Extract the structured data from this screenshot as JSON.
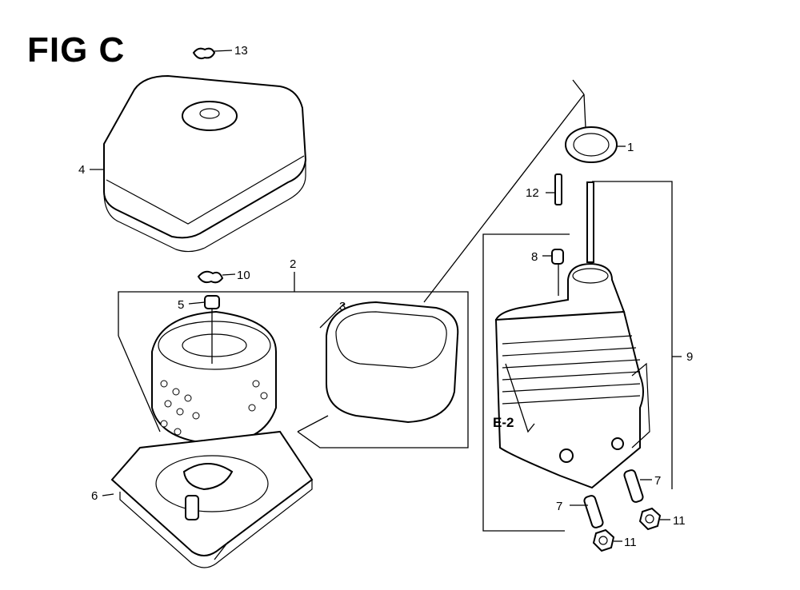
{
  "figure": {
    "title": "FIG C",
    "callouts": {
      "p1": "1",
      "p2": "2",
      "p3": "3",
      "p4": "4",
      "p5": "5",
      "p6": "6",
      "p7a": "7",
      "p7b": "7",
      "p8": "8",
      "p9": "9",
      "p10": "10",
      "p11a": "11",
      "p11b": "11",
      "p12": "12",
      "p13": "13",
      "ref": "E-2"
    }
  }
}
